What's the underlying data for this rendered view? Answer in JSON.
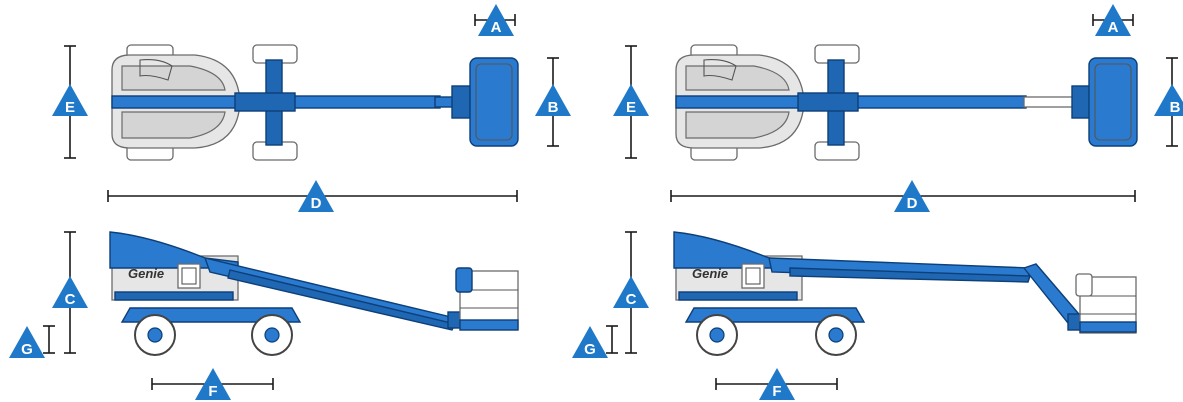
{
  "labels": {
    "a": "A",
    "b": "B",
    "c": "C",
    "d": "D",
    "e": "E",
    "f": "F",
    "g": "G"
  },
  "brand": "Genie",
  "colors": {
    "machine_blue": "#2a7bd0",
    "marker_blue": "#1f78c8",
    "body_grey": "#e6e6e6"
  }
}
